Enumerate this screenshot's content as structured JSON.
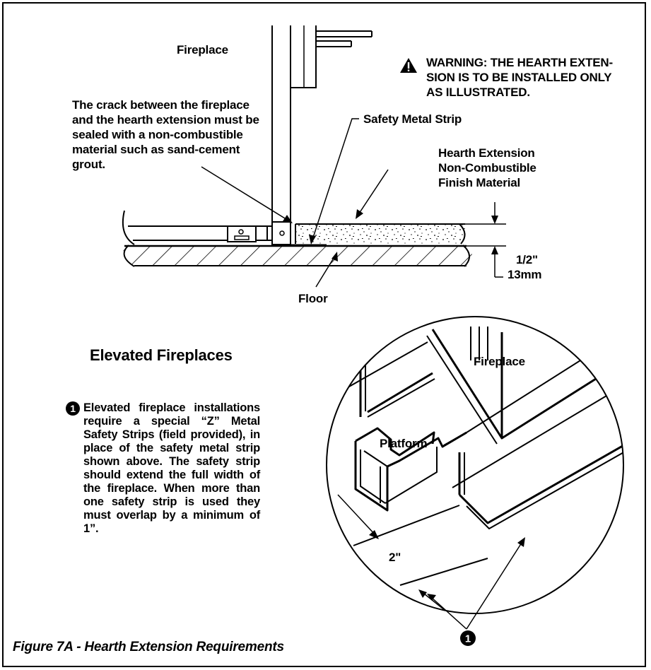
{
  "labels": {
    "fireplace_top": "Fireplace",
    "warning": "WARNING: THE HEARTH EXTENSION IS TO BE INSTALLED ONLY AS ILLUSTRATED.",
    "warning_line1": "WARNING: THE HEARTH EXTEN-",
    "warning_line2": "SION IS TO BE INSTALLED ONLY",
    "warning_line3": "AS ILLUSTRATED.",
    "crack_note_1": "The crack between the fireplace",
    "crack_note_2": "and the hearth extension must be",
    "crack_note_3": "sealed with a non-combustible",
    "crack_note_4": "material such as sand-cement",
    "crack_note_5": "grout.",
    "safety_strip": "Safety Metal Strip",
    "hearth_1": "Hearth Extension",
    "hearth_2": "Non-Combustible",
    "hearth_3": "Finish Material",
    "dim_inch": "1/2\"",
    "dim_mm": "13mm",
    "floor": "Floor",
    "section_title": "Elevated Fireplaces",
    "bullet": "1",
    "elevated_note": "Elevated fireplace installations require a special “Z” Metal Safety Strips (field provided), in place of the safety metal strip shown above. The safety strip should extend the full width of the fireplace. When more than one safety strip is used they must overlap by a minimum of 1”.",
    "fireplace_detail": "Fireplace",
    "platform": "Platform",
    "dim_2in": "2\"",
    "callout_num": "1",
    "figure_caption": "Figure 7A - Hearth Extension Requirements"
  },
  "icons": [
    "warning-triangle-icon",
    "numbered-bullet-icon"
  ]
}
